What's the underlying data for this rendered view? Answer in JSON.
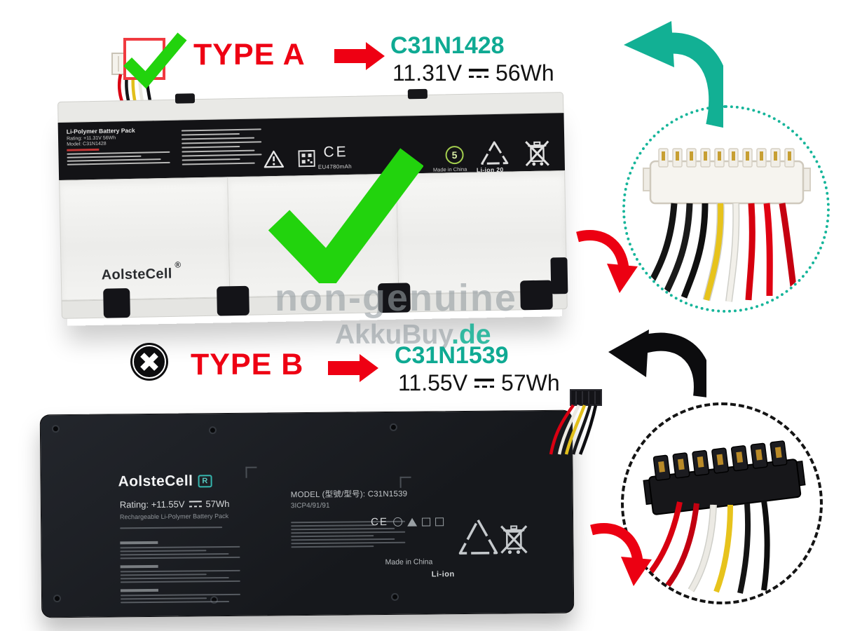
{
  "page": {
    "background": "#ffffff"
  },
  "colors": {
    "accent_red": "#ee0013",
    "accent_teal": "#0faa93",
    "check_green": "#22d30d",
    "battery_b_body": "#1a1d22",
    "watermark_gray": "#949da2"
  },
  "watermark": {
    "line1": "non-genuine",
    "brand": "AkkuBuy",
    "brand_suffix": ".de"
  },
  "type_a": {
    "label": "TYPE A",
    "model": "C31N1428",
    "voltage": "11.31V",
    "wattage": "56Wh",
    "battery": {
      "brand": "AolsteCell",
      "brand_mark": "®",
      "label_title": "Li-Polymer Battery Pack",
      "label_rating": "Rating: +11.31V  56Wh",
      "label_model": "Model: C31N1428",
      "ce_mark": "CE",
      "ce_capacity": "EU4780mAh",
      "number_badge": "5",
      "li_ion_label": "Li-ion 20",
      "made_in": "Made in China"
    }
  },
  "type_b": {
    "label": "TYPE B",
    "model": "C31N1539",
    "voltage": "11.55V",
    "wattage": "57Wh",
    "battery": {
      "brand": "AolsteCell",
      "brand_mark": "R",
      "rating_label": "Rating: +11.55V",
      "rating_wattage": "57Wh",
      "subtitle": "Rechargeable Li-Polymer Battery Pack",
      "model_line": "MODEL (型號/型号): C31N1539",
      "cell_type": "3ICP4/91/91",
      "ce_mark": "CE",
      "li_ion_label": "Li-ion",
      "made_in": "Made in China"
    }
  }
}
